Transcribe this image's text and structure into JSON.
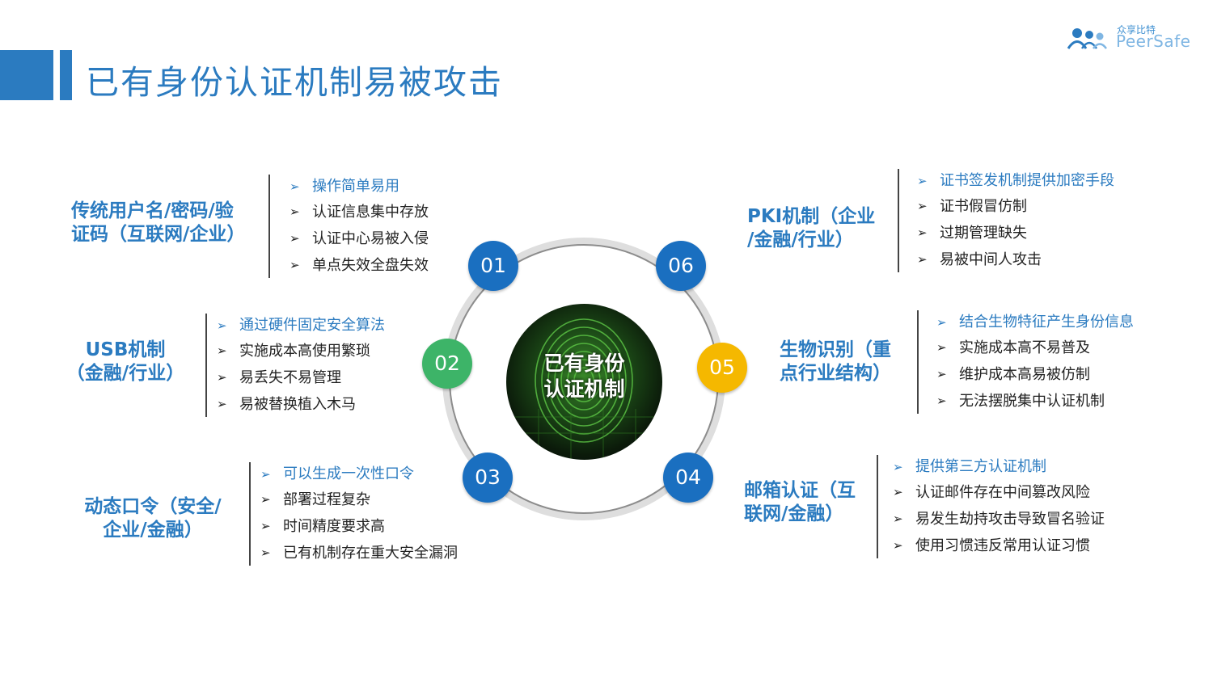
{
  "title": "已有身份认证机制易被攻击",
  "logo": {
    "sub": "众享比特",
    "main": "PeerSafe"
  },
  "center": {
    "line1": "已有身份",
    "line2": "认证机制"
  },
  "colors": {
    "accent": "#2b7bc0",
    "blue": "#1a6fc0",
    "green": "#3db468",
    "yellow": "#f5b800"
  },
  "nodes": [
    "01",
    "02",
    "03",
    "04",
    "05",
    "06"
  ],
  "groups": [
    {
      "heading": [
        "传统用户名/密码/验",
        "证码（互联网/企业）"
      ],
      "bullets": [
        "操作简单易用",
        "认证信息集中存放",
        "认证中心易被入侵",
        "单点失效全盘失效"
      ]
    },
    {
      "heading": [
        "USB机制",
        "（金融/行业）"
      ],
      "bullets": [
        "通过硬件固定安全算法",
        "实施成本高使用繁琐",
        "易丢失不易管理",
        "易被替换植入木马"
      ]
    },
    {
      "heading": [
        "动态口令（安全/",
        "企业/金融）"
      ],
      "bullets": [
        "可以生成一次性口令",
        "部署过程复杂",
        "时间精度要求高",
        "已有机制存在重大安全漏洞"
      ]
    },
    {
      "heading": [
        "邮箱认证（互",
        "联网/金融）"
      ],
      "bullets": [
        "提供第三方认证机制",
        "认证邮件存在中间篡改风险",
        "易发生劫持攻击导致冒名验证",
        "使用习惯违反常用认证习惯"
      ]
    },
    {
      "heading": [
        "生物识别（重",
        "点行业结构）"
      ],
      "bullets": [
        "结合生物特征产生身份信息",
        "实施成本高不易普及",
        "维护成本高易被仿制",
        "无法摆脱集中认证机制"
      ]
    },
    {
      "heading": [
        "PKI机制（企业",
        "/金融/行业）"
      ],
      "bullets": [
        "证书签发机制提供加密手段",
        "证书假冒仿制",
        "过期管理缺失",
        "易被中间人攻击"
      ]
    }
  ]
}
